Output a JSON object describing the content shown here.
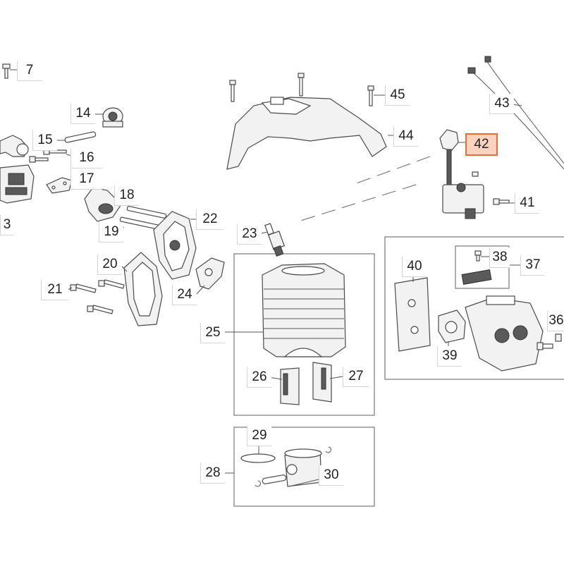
{
  "callouts": [
    {
      "id": "7",
      "label": "7"
    },
    {
      "id": "14",
      "label": "14"
    },
    {
      "id": "15",
      "label": "15"
    },
    {
      "id": "16",
      "label": "16"
    },
    {
      "id": "17",
      "label": "17"
    },
    {
      "id": "18",
      "label": "18"
    },
    {
      "id": "3",
      "label": "3"
    },
    {
      "id": "19",
      "label": "19"
    },
    {
      "id": "20",
      "label": "20"
    },
    {
      "id": "21",
      "label": "21"
    },
    {
      "id": "22",
      "label": "22"
    },
    {
      "id": "23",
      "label": "23"
    },
    {
      "id": "24",
      "label": "24"
    },
    {
      "id": "25",
      "label": "25"
    },
    {
      "id": "26",
      "label": "26"
    },
    {
      "id": "27",
      "label": "27"
    },
    {
      "id": "28",
      "label": "28"
    },
    {
      "id": "29",
      "label": "29"
    },
    {
      "id": "30",
      "label": "30"
    },
    {
      "id": "36",
      "label": "36"
    },
    {
      "id": "37",
      "label": "37"
    },
    {
      "id": "38",
      "label": "38"
    },
    {
      "id": "39",
      "label": "39"
    },
    {
      "id": "40",
      "label": "40"
    },
    {
      "id": "41",
      "label": "41"
    },
    {
      "id": "42",
      "label": "42"
    },
    {
      "id": "43",
      "label": "43"
    },
    {
      "id": "44",
      "label": "44"
    },
    {
      "id": "45",
      "label": "45"
    }
  ],
  "highlight": {
    "callout": "42",
    "fill": "#fbd3bf",
    "border": "#ea6a3a"
  }
}
